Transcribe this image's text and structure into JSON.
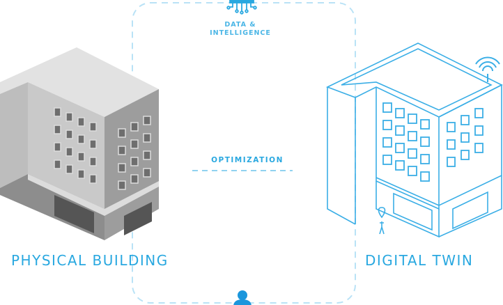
{
  "labels": {
    "data_intelligence_line1": "DATA &",
    "data_intelligence_line2": "INTELLIGENCE",
    "optimization": "OPTIMIZATION",
    "physical_building": "PHYSICAL BUILDING",
    "digital_twin": "DIGITAL TWIN"
  },
  "icons": [
    "chip-icon",
    "wifi-icon",
    "location-pin-icon",
    "person-icon"
  ],
  "colors": {
    "accent": "#29a8e0",
    "dashed": "#b9e2f6",
    "building_gray": "#a9a9a9"
  }
}
